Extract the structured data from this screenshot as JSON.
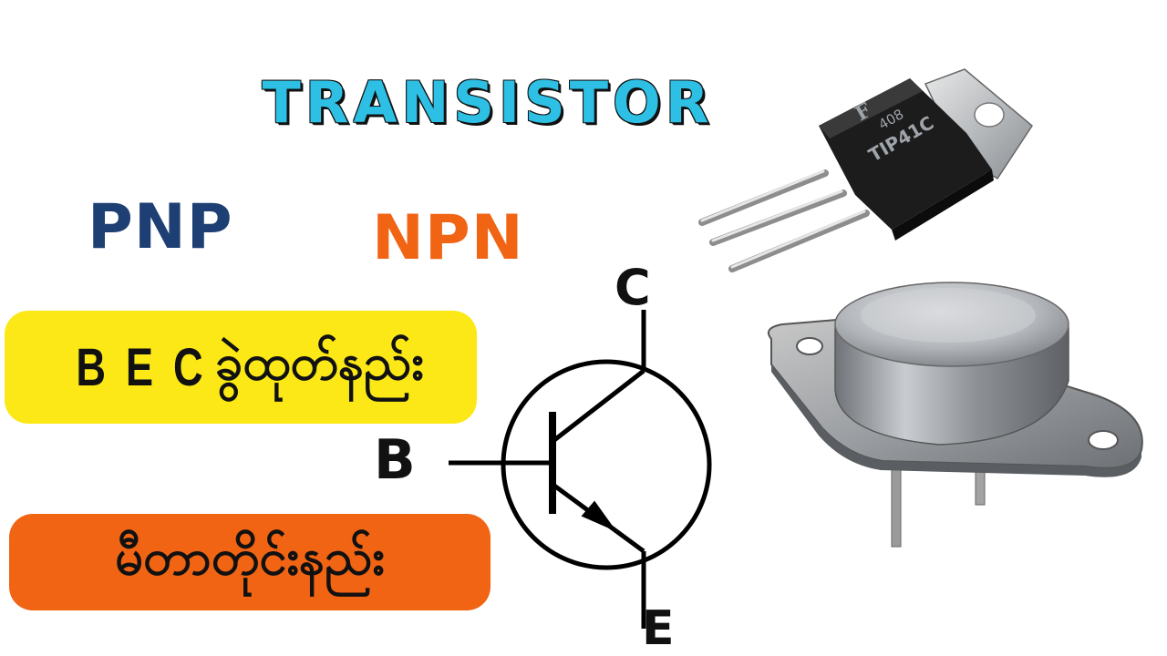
{
  "title": "TRANSISTOR",
  "types": {
    "pnp": "PNP",
    "npn": "NPN"
  },
  "labels": {
    "bec_latin": "B E C",
    "bec_myanmar": "ခွဲထုတ်နည်း",
    "meter_myanmar": "မီတာတိုင်းနည်း"
  },
  "terminals": {
    "collector": "C",
    "base": "B",
    "emitter": "E"
  },
  "to220": {
    "marking": "TIP41C",
    "code": "408",
    "brand": "F"
  },
  "colors": {
    "title_fill": "#2ec0e4",
    "pnp": "#1e3f73",
    "npn": "#f06414",
    "pill_yellow": "#fbe816",
    "pill_orange": "#f06414"
  },
  "icons": [
    "npn-transistor-symbol-icon",
    "to220-transistor-icon",
    "to3-transistor-icon"
  ]
}
